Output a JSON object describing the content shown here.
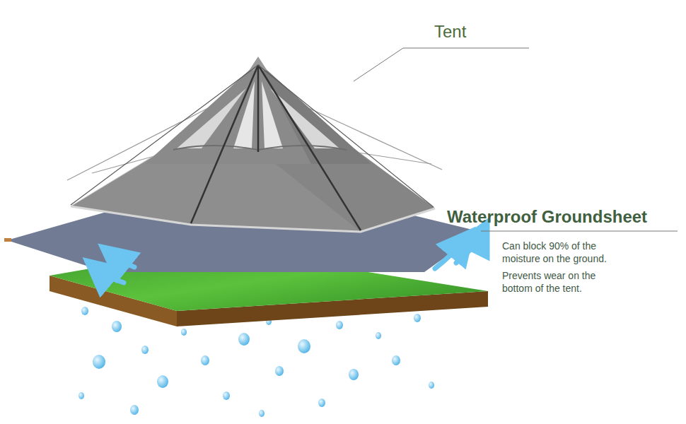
{
  "diagram": {
    "labels": [
      "Tent",
      "Waterproof Groundsheet",
      "Can block 90% of the moisture on the ground.",
      "Prevents wear on the bottom of the tent."
    ]
  }
}
